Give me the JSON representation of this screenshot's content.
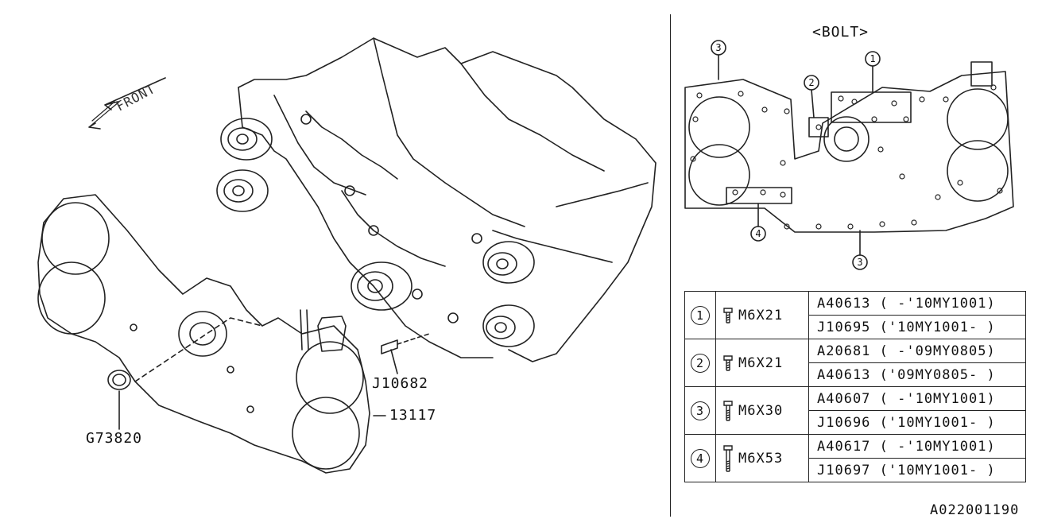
{
  "diagram": {
    "front_label": "FRONT",
    "callouts": [
      {
        "id": "J10682",
        "text": "J10682"
      },
      {
        "id": "13117",
        "text": "13117"
      },
      {
        "id": "G73820",
        "text": "G73820"
      }
    ]
  },
  "bolt_section": {
    "title": "<BOLT>",
    "callout_numbers": [
      "1",
      "2",
      "3",
      "3",
      "4"
    ]
  },
  "bolt_table": {
    "rows": [
      {
        "num": "1",
        "spec": "M6X21",
        "parts": [
          "A40613 ( -'10MY1001)",
          "J10695 ('10MY1001- )"
        ]
      },
      {
        "num": "2",
        "spec": "M6X21",
        "parts": [
          "A20681 ( -'09MY0805)",
          "A40613 ('09MY0805- )"
        ]
      },
      {
        "num": "3",
        "spec": "M6X30",
        "parts": [
          "A40607 ( -'10MY1001)",
          "J10696 ('10MY1001- )"
        ]
      },
      {
        "num": "4",
        "spec": "M6X53",
        "parts": [
          "A40617 ( -'10MY1001)",
          "J10697 ('10MY1001- )"
        ]
      }
    ]
  },
  "ref_code": "A022001190"
}
